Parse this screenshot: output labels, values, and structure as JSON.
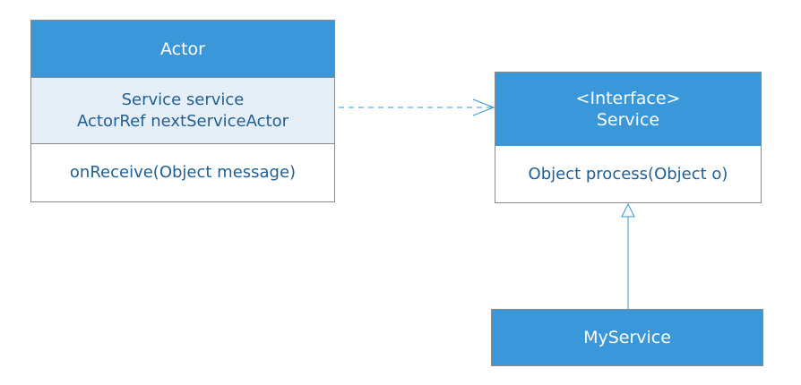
{
  "classes": {
    "actor": {
      "name": "Actor",
      "attributes": [
        "Service service",
        "ActorRef nextServiceActor"
      ],
      "operations": [
        "onReceive(Object message)"
      ]
    },
    "service": {
      "stereotype": "<Interface>",
      "name": "Service",
      "operations": [
        "Object process(Object o)"
      ]
    },
    "myservice": {
      "name": "MyService"
    }
  },
  "relations": [
    {
      "from": "Actor",
      "to": "Service",
      "kind": "dependency",
      "style": "dashed-open-arrow"
    },
    {
      "from": "MyService",
      "to": "Service",
      "kind": "realization",
      "style": "solid-hollow-triangle"
    }
  ],
  "colors": {
    "header": "#3a97d9",
    "attributes_bg": "#e6eef8",
    "text": "#1f5f93",
    "border": "#8a8a8a",
    "connector": "#3a97d9"
  }
}
